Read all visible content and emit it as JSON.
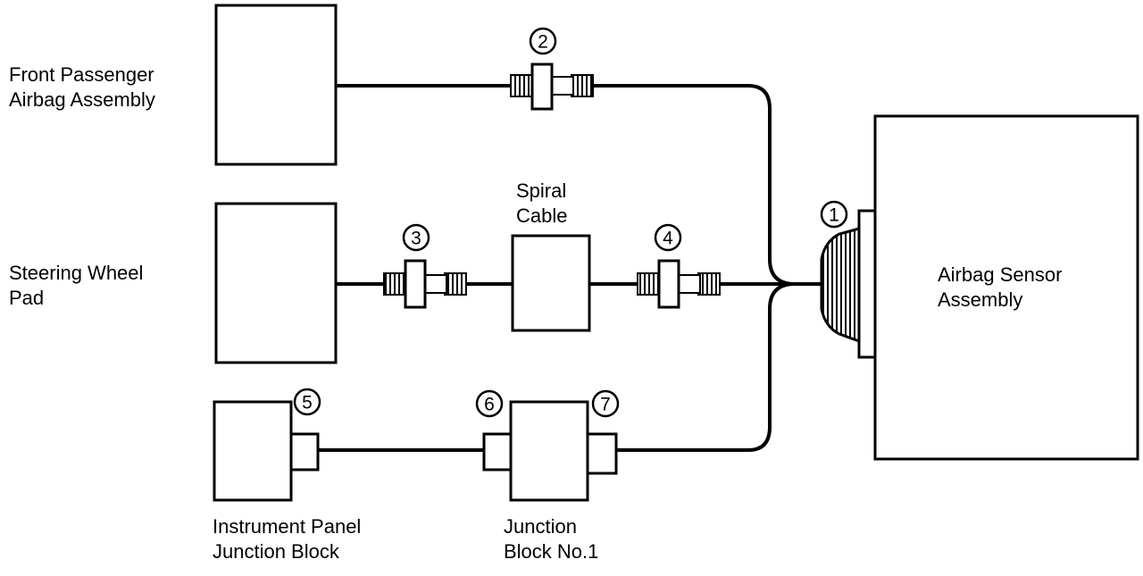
{
  "components": {
    "front_passenger_airbag": [
      "Front Passenger",
      "Airbag Assembly"
    ],
    "steering_wheel_pad": [
      "Steering Wheel",
      "Pad"
    ],
    "spiral_cable": [
      "Spiral",
      "Cable"
    ],
    "airbag_sensor": [
      "Airbag Sensor",
      "Assembly"
    ],
    "instrument_panel_jb": [
      "Instrument Panel",
      "Junction Block"
    ],
    "junction_block_1": [
      "Junction",
      "Block No.1"
    ]
  },
  "connectors": {
    "c1": "1",
    "c2": "2",
    "c3": "3",
    "c4": "4",
    "c5": "5",
    "c6": "6",
    "c7": "7"
  },
  "colors": {
    "line": "#000000",
    "background": "#ffffff"
  }
}
